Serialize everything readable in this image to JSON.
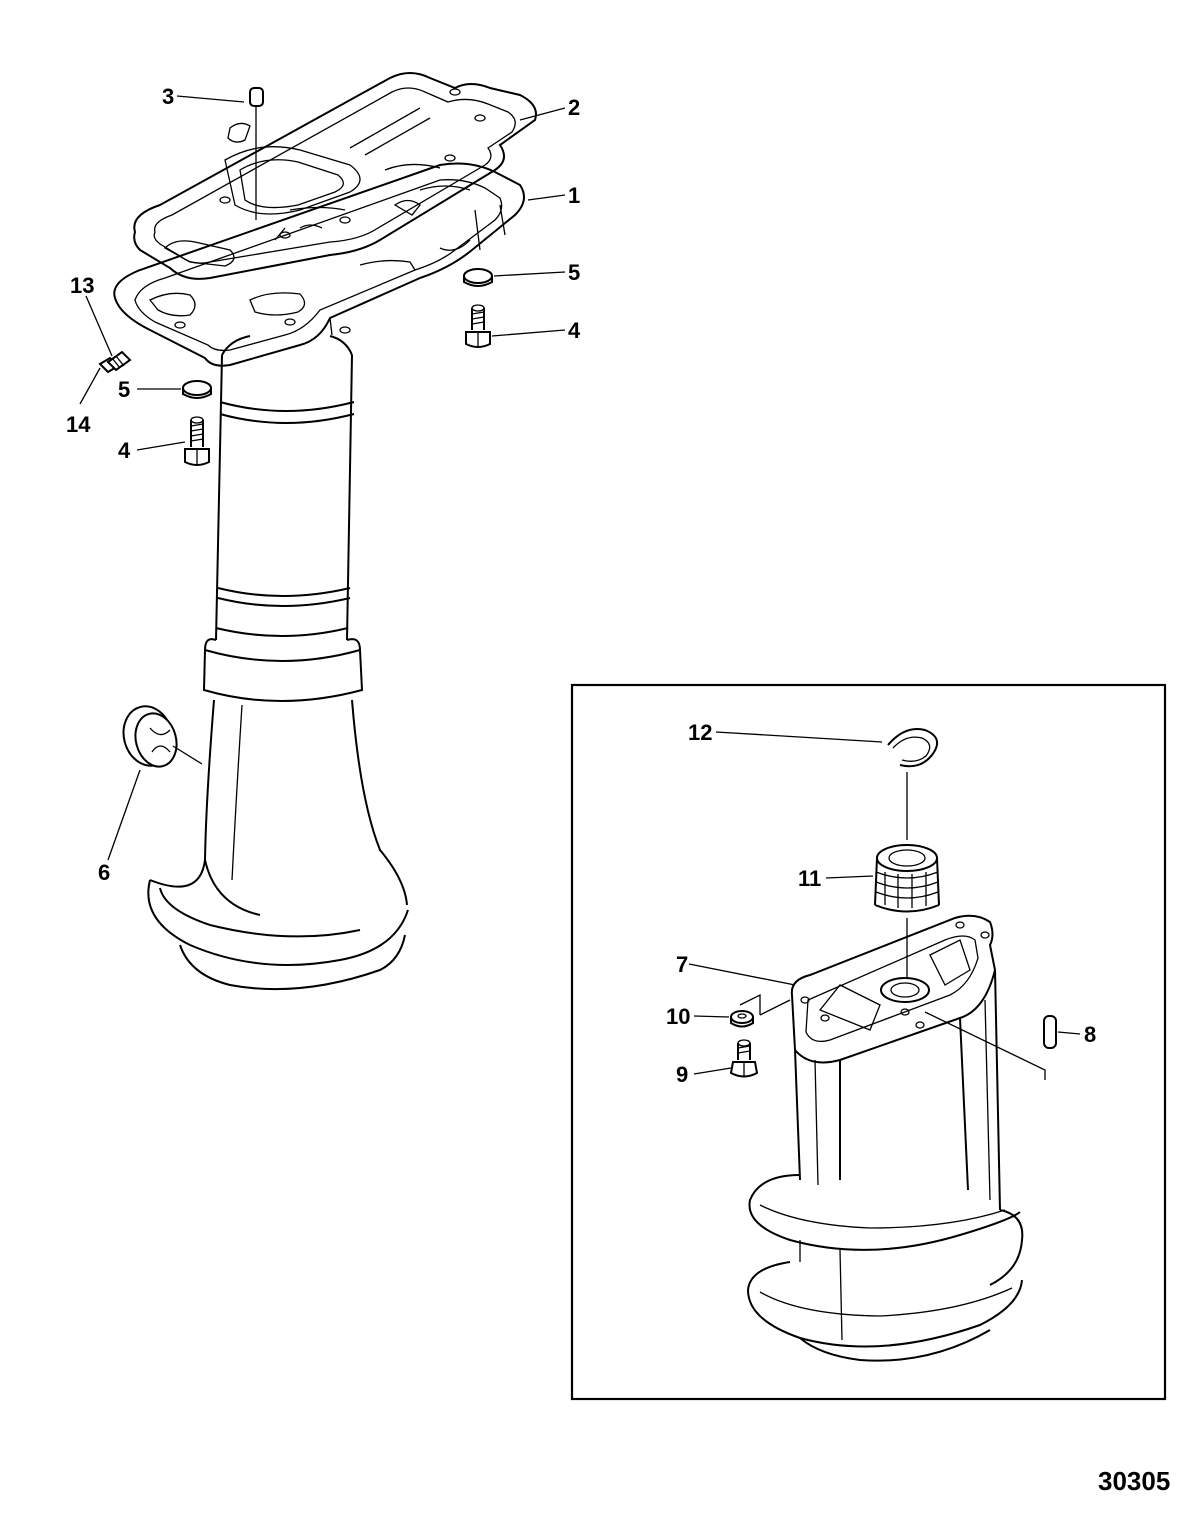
{
  "figure_number": "30305",
  "callouts": {
    "c1": "1",
    "c2": "2",
    "c3": "3",
    "c4a": "4",
    "c4b": "4",
    "c5a": "5",
    "c5b": "5",
    "c6": "6",
    "c7": "7",
    "c8": "8",
    "c9": "9",
    "c10": "10",
    "c11": "11",
    "c12": "12",
    "c13": "13",
    "c14": "14"
  },
  "colors": {
    "ink": "#000000",
    "paper": "#ffffff"
  }
}
